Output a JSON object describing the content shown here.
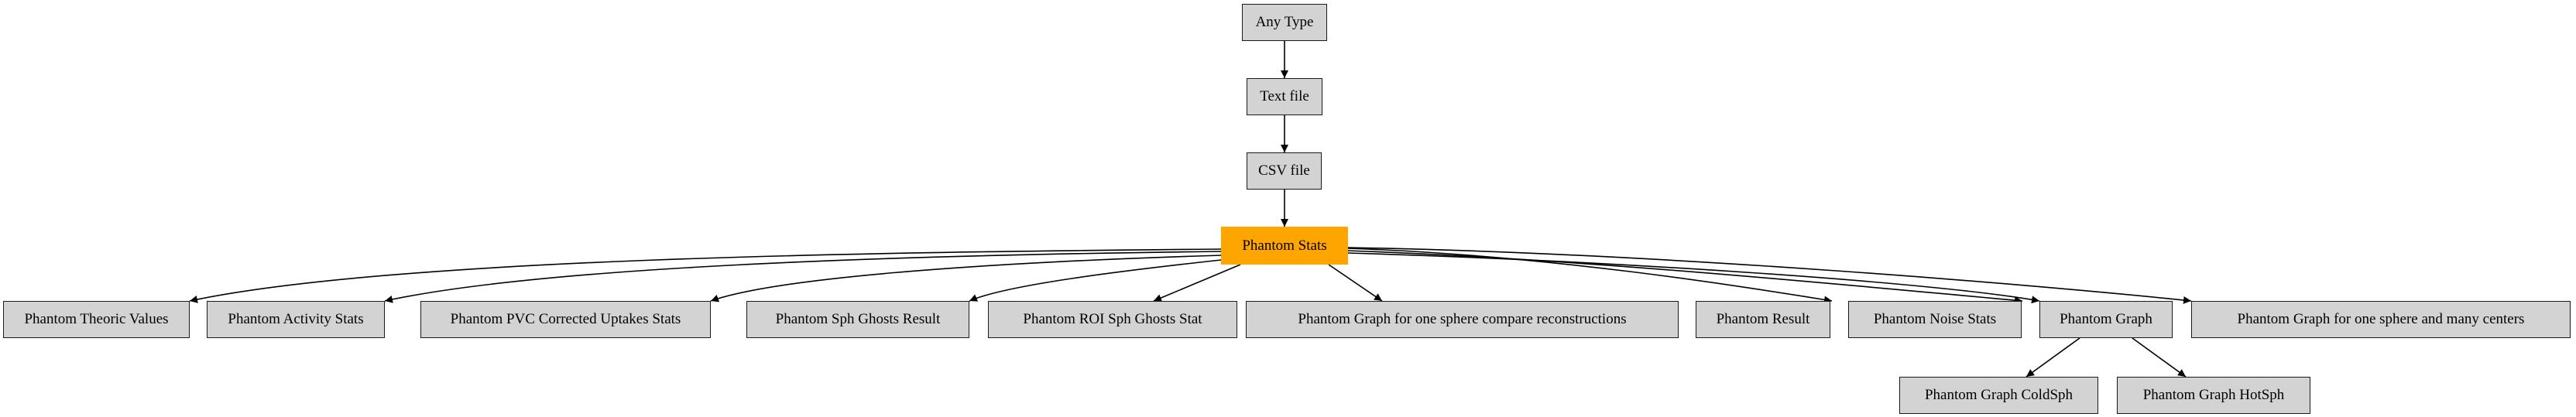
{
  "diagram": {
    "type": "class-hierarchy",
    "colors": {
      "node_fill": "#d3d3d3",
      "highlight_fill": "#ffa500",
      "edge": "#000000"
    },
    "nodes": [
      {
        "id": "any_type",
        "label": "Any Type"
      },
      {
        "id": "text_file",
        "label": "Text file"
      },
      {
        "id": "csv_file",
        "label": "CSV file"
      },
      {
        "id": "phantom_stats",
        "label": "Phantom Stats",
        "highlighted": true
      },
      {
        "id": "theoric",
        "label": "Phantom Theoric Values"
      },
      {
        "id": "activity",
        "label": "Phantom Activity Stats"
      },
      {
        "id": "pvc",
        "label": "Phantom PVC Corrected Uptakes Stats"
      },
      {
        "id": "sph_ghosts",
        "label": "Phantom Sph Ghosts Result"
      },
      {
        "id": "roi_sph",
        "label": "Phantom ROI Sph Ghosts Stat"
      },
      {
        "id": "graph_compare",
        "label": "Phantom Graph for one sphere compare reconstructions"
      },
      {
        "id": "result",
        "label": "Phantom Result"
      },
      {
        "id": "noise",
        "label": "Phantom Noise Stats"
      },
      {
        "id": "graph",
        "label": "Phantom Graph"
      },
      {
        "id": "graph_centers",
        "label": "Phantom Graph for one sphere and many centers"
      },
      {
        "id": "cold",
        "label": "Phantom Graph ColdSph"
      },
      {
        "id": "hot",
        "label": "Phantom Graph HotSph"
      }
    ],
    "edges": [
      [
        "any_type",
        "text_file"
      ],
      [
        "text_file",
        "csv_file"
      ],
      [
        "csv_file",
        "phantom_stats"
      ],
      [
        "phantom_stats",
        "theoric"
      ],
      [
        "phantom_stats",
        "activity"
      ],
      [
        "phantom_stats",
        "pvc"
      ],
      [
        "phantom_stats",
        "sph_ghosts"
      ],
      [
        "phantom_stats",
        "roi_sph"
      ],
      [
        "phantom_stats",
        "graph_compare"
      ],
      [
        "phantom_stats",
        "result"
      ],
      [
        "phantom_stats",
        "noise"
      ],
      [
        "phantom_stats",
        "graph"
      ],
      [
        "phantom_stats",
        "graph_centers"
      ],
      [
        "graph",
        "cold"
      ],
      [
        "graph",
        "hot"
      ]
    ]
  }
}
